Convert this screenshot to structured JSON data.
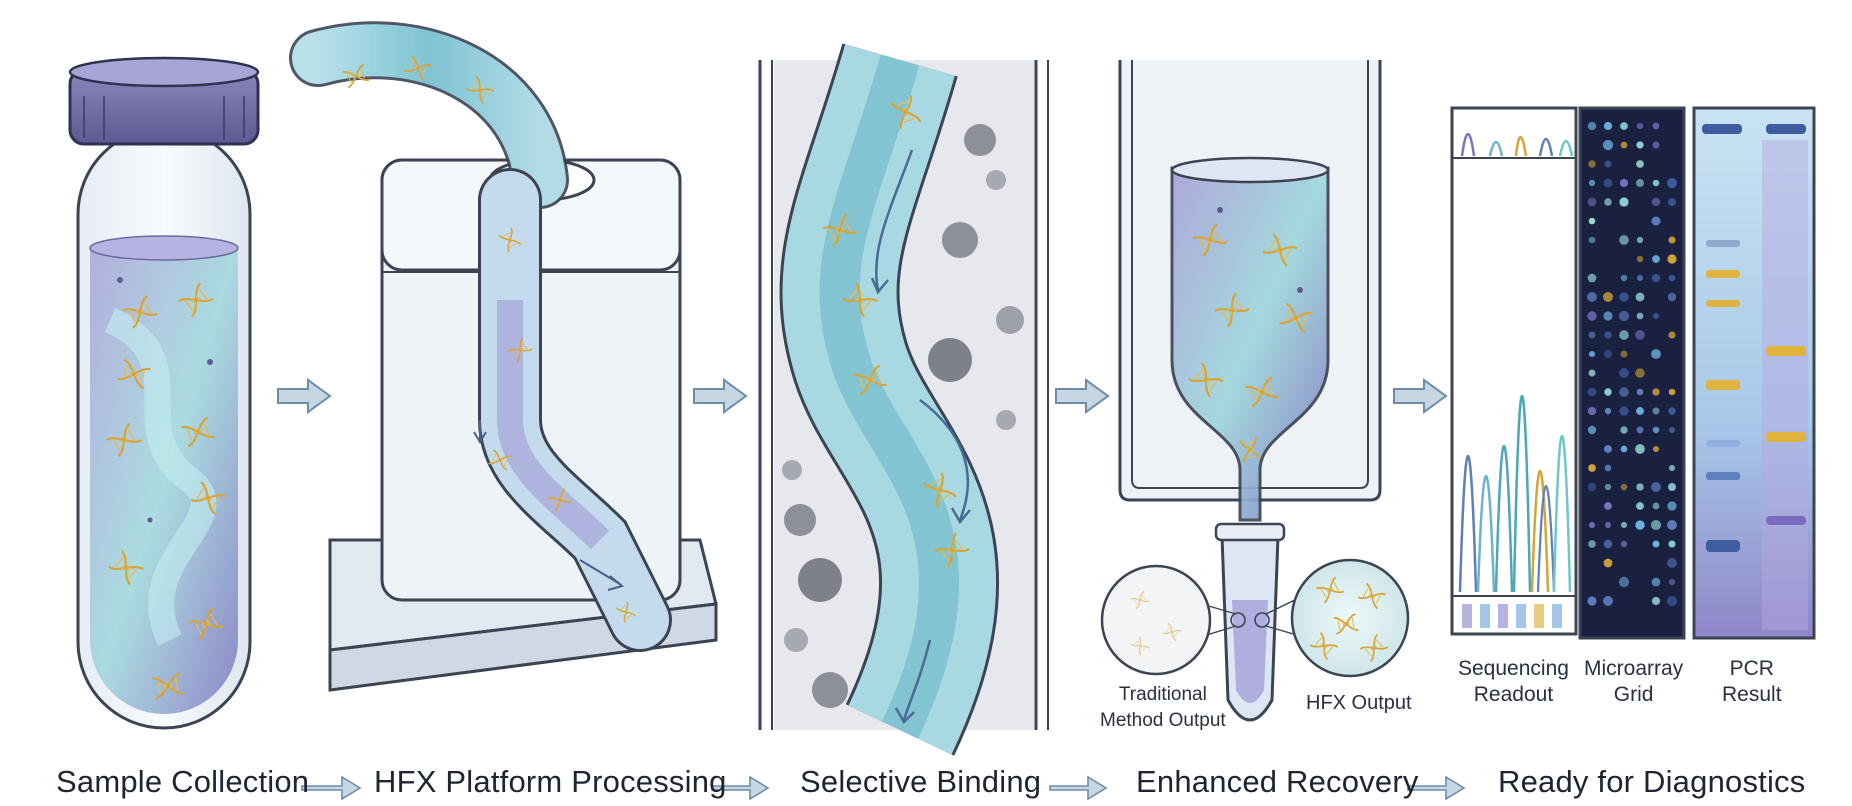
{
  "steps": [
    {
      "label": "Sample Collection"
    },
    {
      "label": "HFX Platform Processing"
    },
    {
      "label": "Selective Binding"
    },
    {
      "label": "Enhanced Recovery"
    },
    {
      "label": "Ready for Diagnostics"
    }
  ],
  "recovery": {
    "traditional_label_line1": "Traditional",
    "traditional_label_line2": "Method Output",
    "hfx_label": "HFX Output"
  },
  "diagnostics": {
    "sequencing_line1": "Sequencing",
    "sequencing_line2": "Readout",
    "microarray_line1": "Microarray",
    "microarray_line2": "Grid",
    "pcr_line1": "PCR",
    "pcr_line2": "Result"
  },
  "colors": {
    "liquid_purple": "#8e88c8",
    "liquid_teal": "#8fd0d8",
    "dna_gold": "#d6a536",
    "outline": "#3c4454",
    "arrow": "#7f9cb4",
    "array_bg": "#1a2040"
  }
}
